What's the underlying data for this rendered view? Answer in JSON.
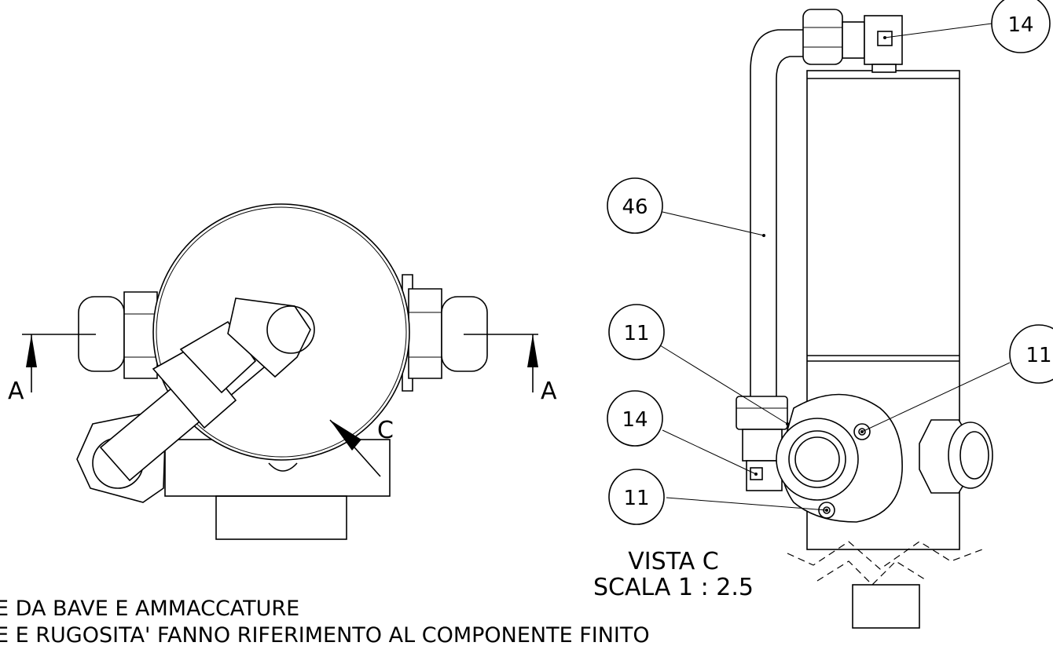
{
  "section_markers": {
    "left": "A",
    "right": "A"
  },
  "view_arrow_label": "C",
  "balloons": [
    {
      "id": "b14-top",
      "label": "14"
    },
    {
      "id": "b46",
      "label": "46"
    },
    {
      "id": "b11-left",
      "label": "11"
    },
    {
      "id": "b11-right",
      "label": "11"
    },
    {
      "id": "b14-mid",
      "label": "14"
    },
    {
      "id": "b11-bottom",
      "label": "11"
    }
  ],
  "view_caption": {
    "line1": "VISTA C",
    "line2": "SCALA 1 : 2.5"
  },
  "notes": {
    "line1": "E DA BAVE E AMMACCATURE",
    "line2": "E E RUGOSITA' FANNO RIFERIMENTO AL COMPONENTE FINITO"
  }
}
